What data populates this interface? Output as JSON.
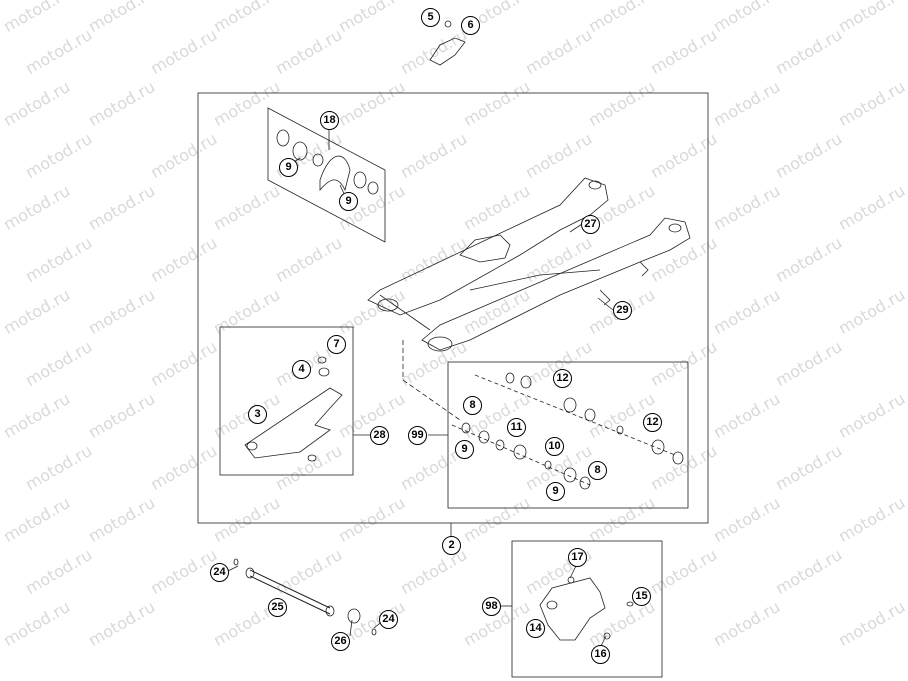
{
  "watermark_text": "motod.ru",
  "callouts": {
    "c5": "5",
    "c6": "6",
    "c18": "18",
    "c9a": "9",
    "c9b": "9",
    "c27": "27",
    "c29": "29",
    "c7": "7",
    "c4": "4",
    "c3": "3",
    "c28": "28",
    "c12a": "12",
    "c8a": "8",
    "c11": "11",
    "c12b": "12",
    "c99": "99",
    "c9c": "9",
    "c10": "10",
    "c8b": "8",
    "c9d": "9",
    "c2": "2",
    "c24a": "24",
    "c25": "25",
    "c26": "26",
    "c24b": "24",
    "c17": "17",
    "c15": "15",
    "c98": "98",
    "c14": "14",
    "c16": "16"
  },
  "colors": {
    "line": "#222222",
    "watermark": "#d9d9d9"
  }
}
